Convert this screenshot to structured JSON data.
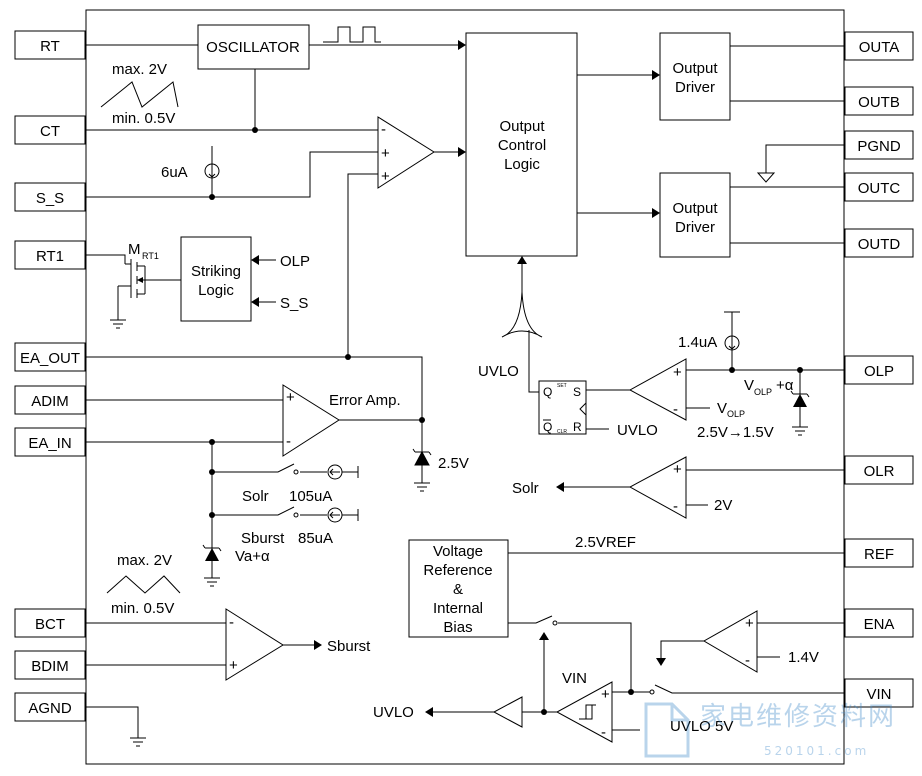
{
  "pins_left": {
    "rt": "RT",
    "ct": "CT",
    "s_s": "S_S",
    "rt1": "RT1",
    "ea_out": "EA_OUT",
    "adim": "ADIM",
    "ea_in": "EA_IN",
    "bct": "BCT",
    "bdim": "BDIM",
    "agnd": "AGND"
  },
  "pins_right": {
    "outa": "OUTA",
    "outb": "OUTB",
    "pgnd": "PGND",
    "outc": "OUTC",
    "outd": "OUTD",
    "olp": "OLP",
    "olr": "OLR",
    "ref": "REF",
    "ena": "ENA",
    "vin": "VIN"
  },
  "blocks": {
    "oscillator": "OSCILLATOR",
    "output_control": [
      "Output",
      "Control",
      "Logic"
    ],
    "output_driver_1": [
      "Output",
      "Driver"
    ],
    "output_driver_2": [
      "Output",
      "Driver"
    ],
    "striking_logic": [
      "Striking",
      "Logic"
    ],
    "vref": [
      "Voltage",
      "Reference",
      "&",
      "Internal",
      "Bias"
    ]
  },
  "labels": {
    "max1": "max. 2V",
    "min1": "min. 0.5V",
    "max2": "max. 2V",
    "min2": "min. 0.5V",
    "i6": "6uA",
    "m_rt1": "M",
    "m_rt1_sub": "RT1",
    "olp_in": "OLP",
    "ss_in": "S_S",
    "uvlo1": "UVLO",
    "uvlo2": "UVLO",
    "uvlo3": "UVLO",
    "i14": "1.4uA",
    "volp_a": "V",
    "volp_a_sub": "OLP",
    "volp_a_suf": "+α",
    "volp": "V",
    "volp_sub": "OLP",
    "v25_15": "2.5V→1.5V",
    "error_amp": "Error Amp.",
    "v25": "2.5V",
    "solr": "Solr",
    "i105": "105uA",
    "sburst": "Sburst",
    "i85": "85uA",
    "va": "Va+α",
    "solr_out": "Solr",
    "v2": "2V",
    "vref25": "2.5VREF",
    "sburst_out": "Sburst",
    "v14": "1.4V",
    "vin": "VIN",
    "uvlo_5v": "UVLO 5V",
    "ff_q": "Q",
    "ff_s": "S",
    "ff_qb": "Q",
    "ff_r": "R",
    "ff_set": "SET",
    "ff_clr": "CLR",
    "minus": "-",
    "plus": "+"
  },
  "watermark": {
    "cn": "家电维修资料网",
    "url": "520101.com"
  }
}
